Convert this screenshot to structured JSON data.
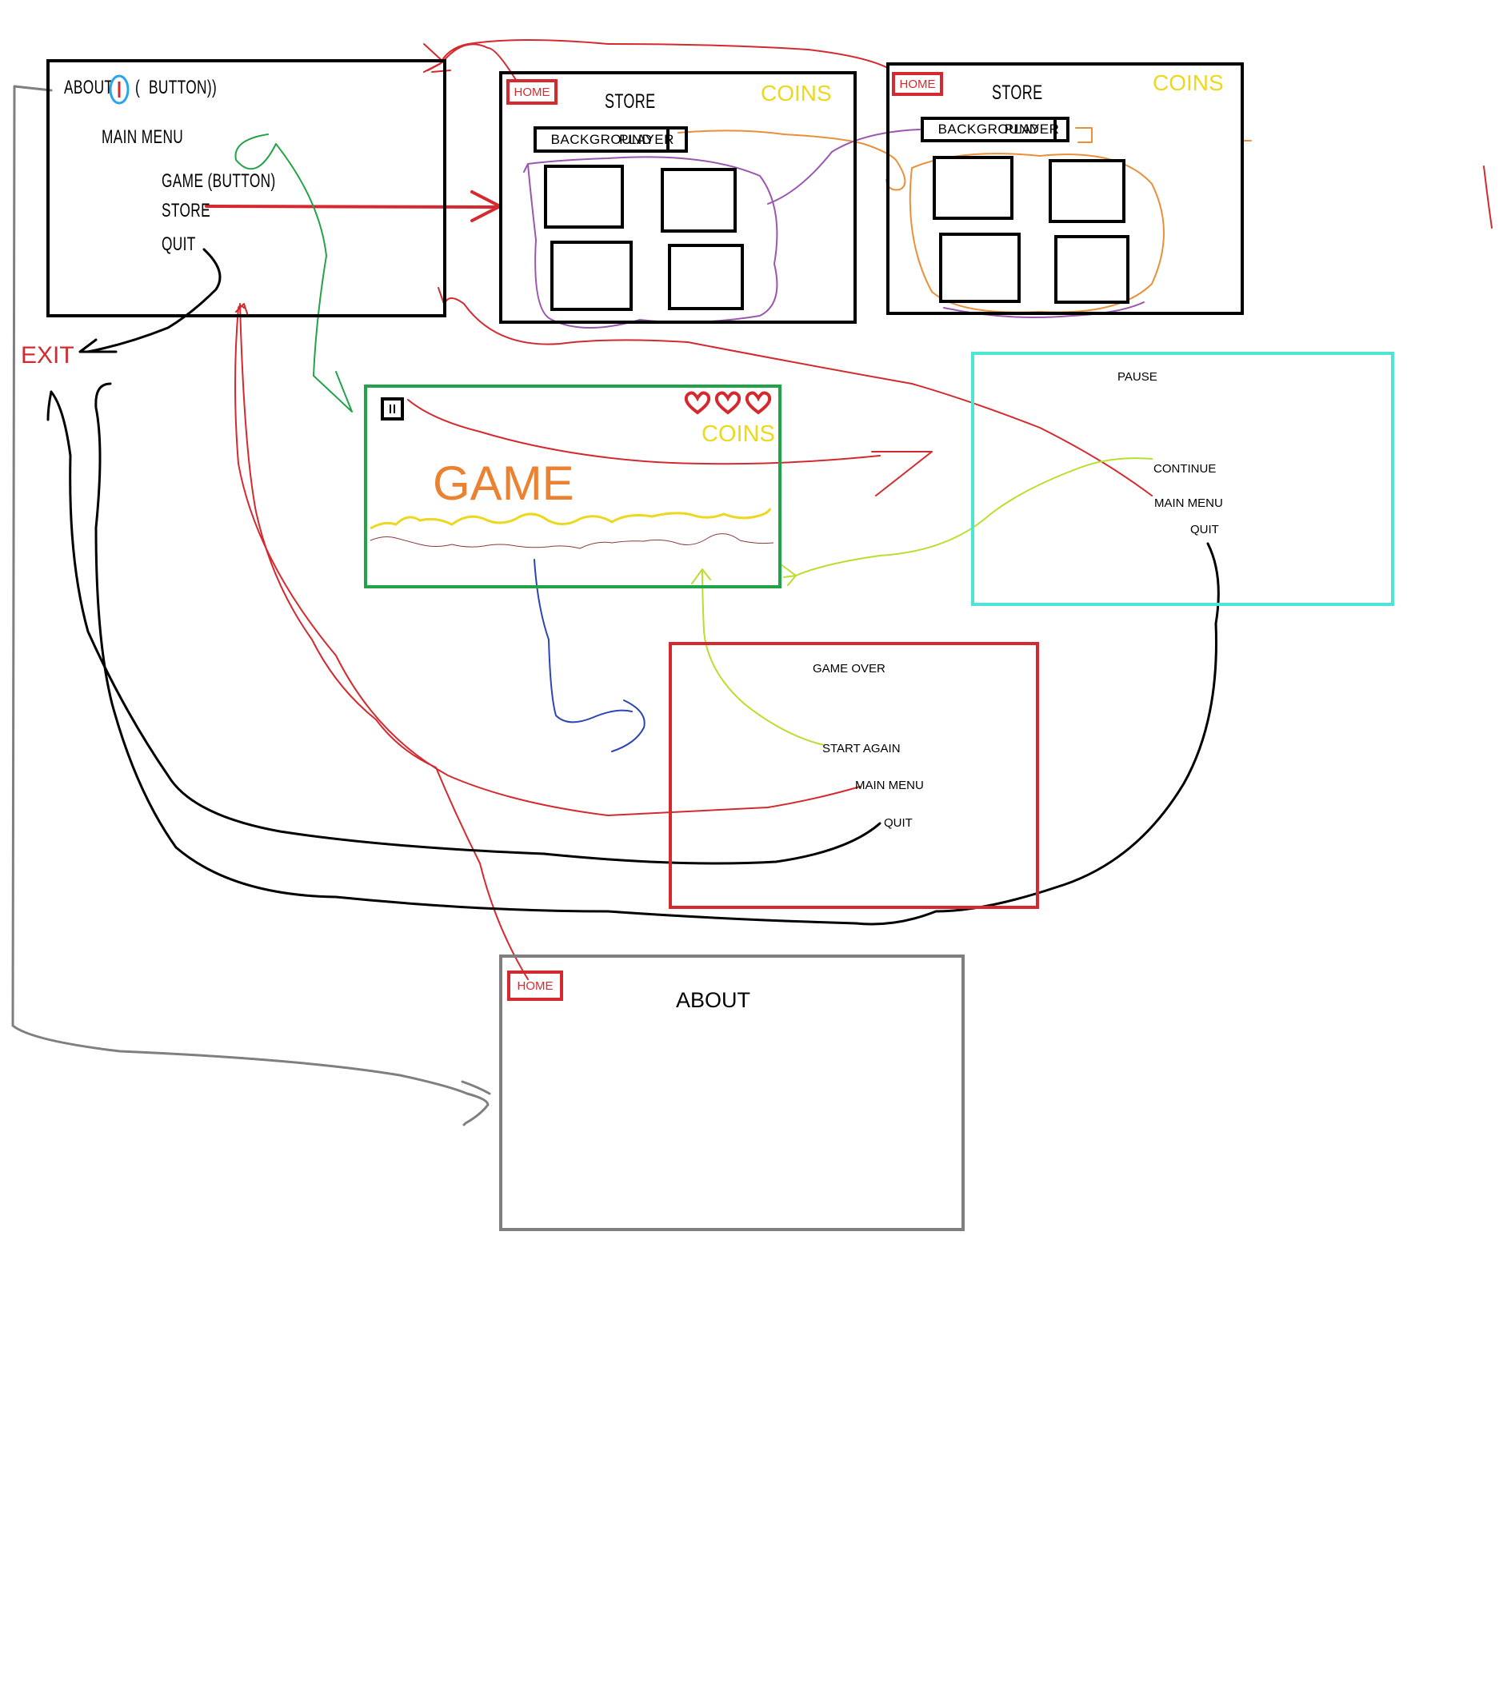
{
  "main_menu": {
    "about_label": "ABOUT",
    "about_paren_open": "(",
    "about_button_label": "BUTTON))",
    "title": "MAIN MENU",
    "game_label": "GAME (BUTTON)",
    "store_label": "STORE",
    "quit_label": "QUIT"
  },
  "exit_label": "EXIT",
  "store_screens": [
    {
      "home_label": "HOME",
      "title": "STORE",
      "coins_label": "COINS",
      "tab_background": "BACKGROUND",
      "tab_player": "PLAYER"
    },
    {
      "home_label": "HOME",
      "title": "STORE",
      "coins_label": "COINS",
      "tab_background": "BACKGROUND",
      "tab_player": "PLAYER"
    }
  ],
  "game_screen": {
    "title": "GAME",
    "coins_label": "COINS",
    "pause_icon": "pause-icon",
    "lives_icon": "heart-icon",
    "lives_count": 3
  },
  "pause_screen": {
    "title": "PAUSE",
    "continue_label": "CONTINUE",
    "main_menu_label": "MAIN MENU",
    "quit_label": "QUIT"
  },
  "game_over_screen": {
    "title": "GAME OVER",
    "start_again_label": "START AGAIN",
    "main_menu_label": "MAIN MENU",
    "quit_label": "QUIT"
  },
  "about_screen": {
    "home_label": "HOME",
    "title": "ABOUT"
  },
  "colors": {
    "black": "#000000",
    "red": "#d42a2f",
    "coins_yellow": "#ecd81e",
    "game_green": "#23a347",
    "game_title_orange": "#ea8232",
    "pause_cyan": "#4de6d4",
    "about_gray": "#7f7f7f",
    "store_link_orange": "#ea8f3a",
    "store_link_purple": "#9b56b0",
    "continue_lime": "#b8df2e",
    "gameover_blue": "#2c46b3",
    "about_highlight_blue": "#2aa5e8"
  }
}
